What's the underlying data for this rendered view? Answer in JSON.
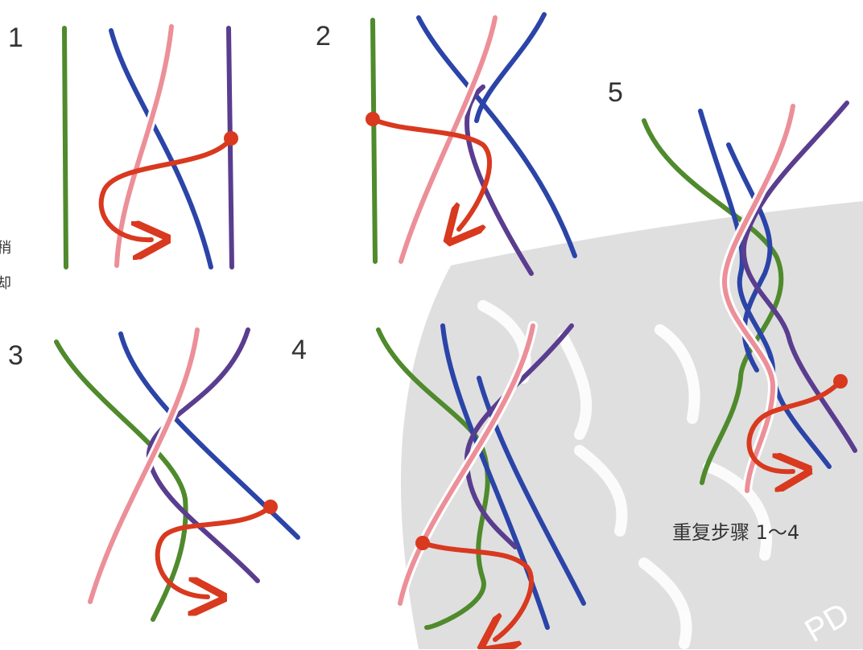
{
  "colors": {
    "green": "#4f8a2c",
    "blue": "#2b44a8",
    "pink": "#ec8f98",
    "purple": "#5a3d8f",
    "red": "#d8391f",
    "watermark": "#d9d9d9"
  },
  "steps": [
    {
      "number": "1"
    },
    {
      "number": "2"
    },
    {
      "number": "3"
    },
    {
      "number": "4"
    },
    {
      "number": "5"
    }
  ],
  "caption": "重复步骤 1～4",
  "edge_text": [
    "稍",
    "却"
  ],
  "watermark_text": "PD"
}
